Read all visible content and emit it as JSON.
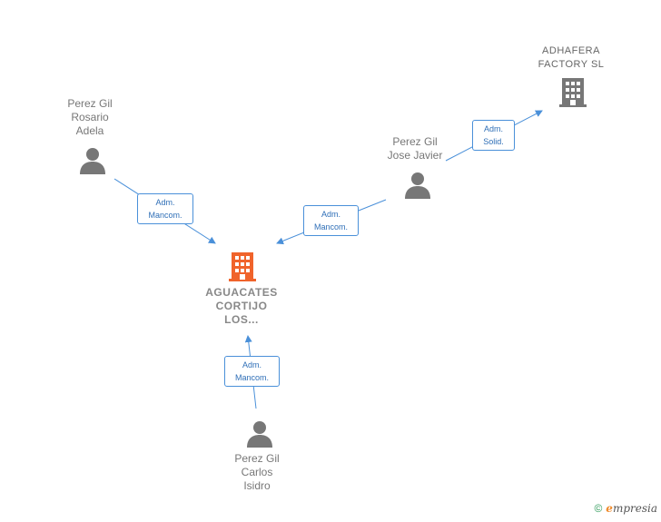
{
  "nodes": {
    "main_company": {
      "lines": [
        "AGUACATES",
        "CORTIJO",
        "LOS..."
      ],
      "color": "#f0632b"
    },
    "other_company": {
      "lines": [
        "ADHAFERA",
        "FACTORY  SL"
      ],
      "color": "#777777"
    },
    "person_rosario": {
      "lines": [
        "Perez Gil",
        "Rosario",
        "Adela"
      ]
    },
    "person_jose": {
      "lines": [
        "Perez Gil",
        "Jose Javier"
      ]
    },
    "person_carlos": {
      "lines": [
        "Perez Gil",
        "Carlos",
        "Isidro"
      ]
    }
  },
  "edges": {
    "rosario_to_main": {
      "lines": [
        "Adm.",
        "Mancom."
      ]
    },
    "jose_to_main": {
      "lines": [
        "Adm.",
        "Mancom."
      ]
    },
    "jose_to_other": {
      "lines": [
        "Adm.",
        "Solid."
      ]
    },
    "carlos_to_main": {
      "lines": [
        "Adm.",
        "Mancom."
      ]
    }
  },
  "colors": {
    "edge": "#4a90d9",
    "person_icon": "#777777"
  },
  "footer": {
    "copyright": "©",
    "brand_first": "e",
    "brand_rest": "mpresia"
  }
}
